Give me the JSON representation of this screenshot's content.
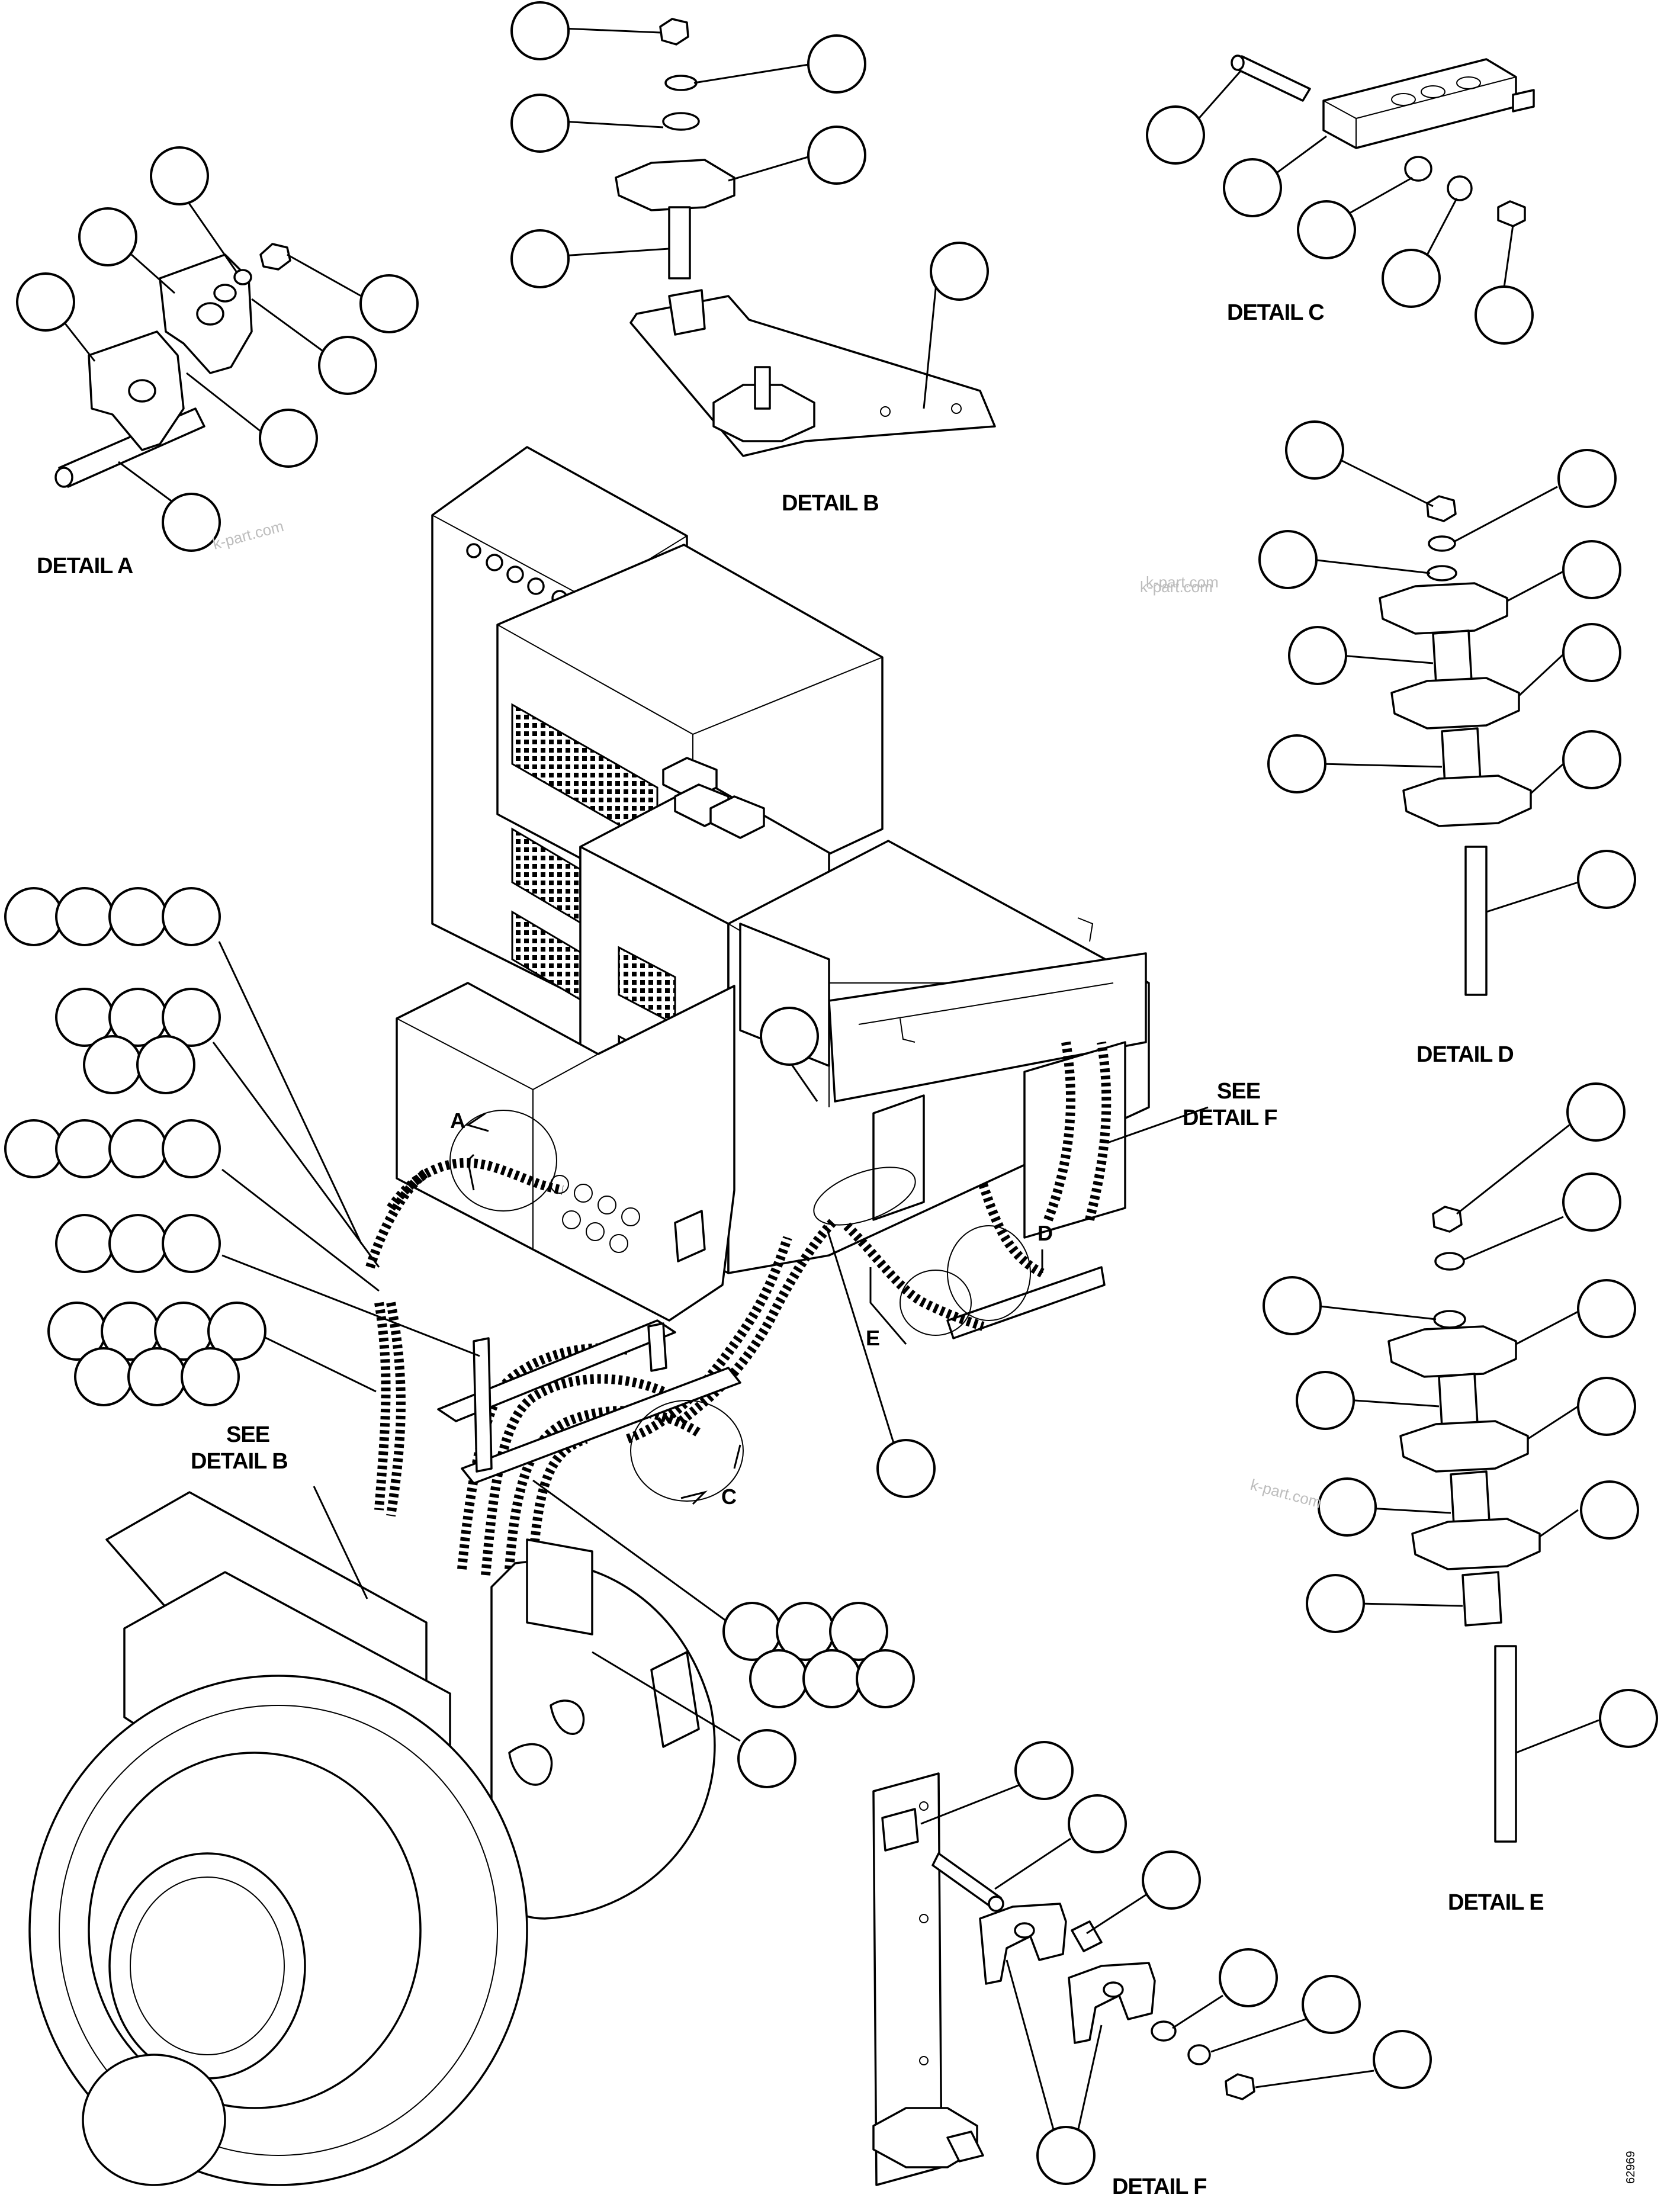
{
  "detail_labels": {
    "a": "DETAIL A",
    "b": "DETAIL B",
    "c": "DETAIL C",
    "d": "DETAIL D",
    "e": "DETAIL E",
    "f": "DETAIL F"
  },
  "see_notes": {
    "f_see": "SEE",
    "f_detail": "DETAIL F",
    "b_see": "SEE",
    "b_detail": "DETAIL B"
  },
  "view_letters": {
    "a": "A",
    "c": "C",
    "d": "D",
    "e": "E"
  },
  "watermarks": [
    "k-part.com",
    "k-part.com",
    "k-part.com",
    "k-part.com"
  ],
  "figure_number": "62969"
}
